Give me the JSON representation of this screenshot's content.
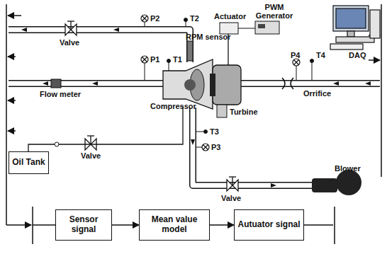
{
  "diagram": {
    "nodes": [
      {
        "text": [
          "Oil Tank"
        ]
      },
      {
        "text": [
          "Sensor signal"
        ]
      },
      {
        "text": [
          "Mean value model"
        ]
      },
      {
        "text": [
          "Autuator signal"
        ]
      }
    ],
    "edges": [
      {
        "from": 1,
        "to": 2,
        "arrow": "to"
      },
      {
        "from": 2,
        "to": 3,
        "arrow": "to"
      }
    ],
    "labels": [
      "Valve",
      "P2",
      "T2",
      "RPM sensor",
      "Actuator",
      "PWM Generator",
      "DAQ",
      "P1",
      "T1",
      "Flow meter",
      "Compressor",
      "P4",
      "T4",
      "Orrifice",
      "Turbine",
      "T3",
      "P3",
      "Valve",
      "Valve",
      "Blower"
    ]
  }
}
